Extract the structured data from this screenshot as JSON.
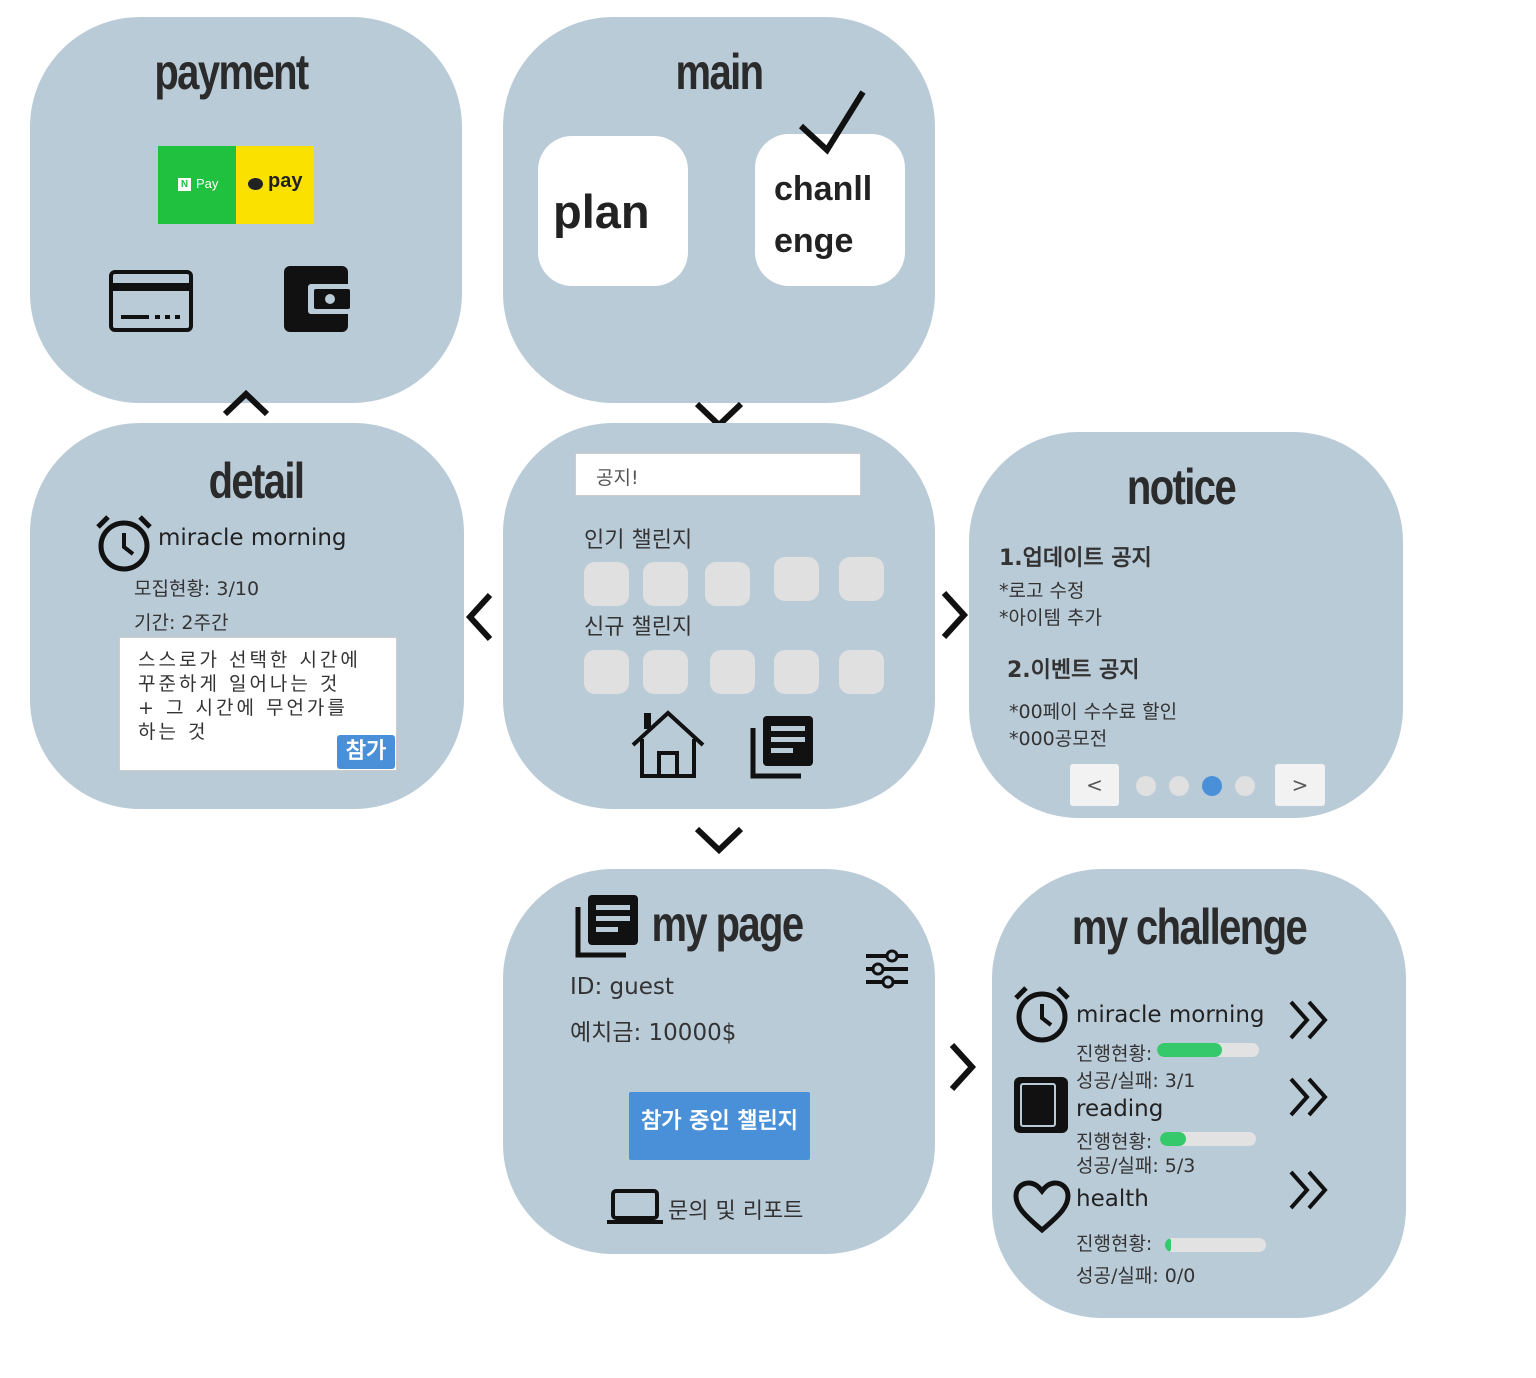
{
  "payment": {
    "title": "payment",
    "npay_label": "Pay",
    "npay_mark": "N",
    "kakao_label": "pay",
    "icons": [
      "credit-card-icon",
      "wallet-icon"
    ],
    "colors": {
      "npay": "#1fc13f",
      "kakao": "#fae100"
    }
  },
  "main": {
    "title": "main",
    "plan_label": "plan",
    "challenge_label_line1": "chanll",
    "challenge_label_line2": "enge",
    "icons": [
      "checkmark-icon"
    ]
  },
  "home": {
    "search_value": "공지!",
    "popular_label": "인기 챌린지",
    "new_label": "신규 챌린지",
    "icons": [
      "home-icon",
      "library-icon"
    ]
  },
  "detail": {
    "title": "detail",
    "challenge_name": "miracle morning",
    "recruit": "모집현황: 3/10",
    "period": "기간: 2주간",
    "description": "스스로가 선택한 시간에 꾸준하게 일어나는 것 + 그 시간에 무언가를 하는 것",
    "join_label": "참가",
    "icons": [
      "alarm-clock-icon"
    ]
  },
  "notice": {
    "title": "notice",
    "section1_title": "1.업데이트 공지",
    "section1_item1": "*로고 수정",
    "section1_item2": "*아이템 추가",
    "section2_title": "2.이벤트 공지",
    "section2_item1": "*00페이 수수료 할인",
    "section2_item2": "*000공모전",
    "prev_label": "<",
    "next_label": ">",
    "page_count": 4,
    "active_page": 3,
    "colors": {
      "dot": "#e0e0e0",
      "dot_active": "#4a90d9"
    }
  },
  "mypage": {
    "title": "my page",
    "id_text": "ID: guest",
    "deposit_text": "예치금: 10000$",
    "joined_button": "참가 중인 챌린지",
    "contact_label": "문의 및 리포트",
    "icons": [
      "library-icon",
      "settings-sliders-icon",
      "laptop-icon"
    ],
    "colors": {
      "button": "#4a90d9"
    }
  },
  "mychallenge": {
    "title": "my challenge",
    "progress_label": "진행현황:",
    "items": [
      {
        "name": "miracle morning",
        "record": "성공/실패: 3/1",
        "progress": 0.64,
        "icon": "alarm-clock-icon"
      },
      {
        "name": "reading",
        "record": "성공/실패: 5/3",
        "progress": 0.27,
        "icon": "book-icon"
      },
      {
        "name": "health",
        "record": "성공/실패: 0/0",
        "progress": 0.06,
        "icon": "heart-icon"
      }
    ],
    "colors": {
      "progress": "#36c96c"
    }
  }
}
